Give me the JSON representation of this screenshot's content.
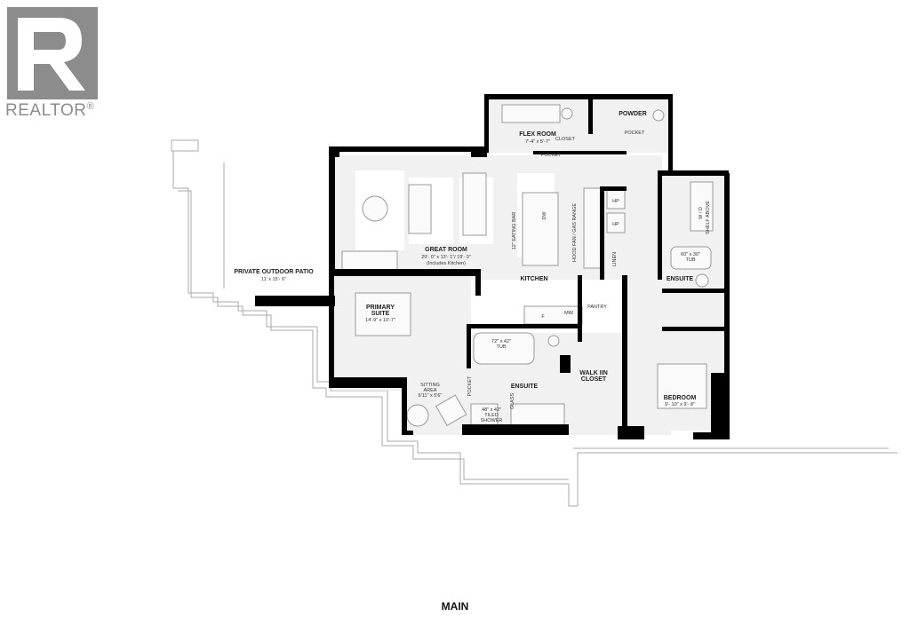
{
  "logo": {
    "brand": "REALTOR",
    "mark": "®",
    "color": "#8c8c8c"
  },
  "plan_title": "MAIN",
  "rooms": {
    "flex_room": {
      "name": "FLEX ROOM",
      "size": "7'-4\" x 5'-7\""
    },
    "powder": {
      "name": "POWDER"
    },
    "closet": "CLOSET",
    "pocket_1": "POCKET",
    "pocket_2": "POCKET",
    "pocket_3": "POCKET",
    "great_room": {
      "name": "GREAT ROOM",
      "size": "29'- 0\" x 13'- 1\"/ 19'- 0\"",
      "note": "(Includes Kitchen)"
    },
    "kitchen": "KITCHEN",
    "eating_bar": "12\" EATING BAR",
    "dw": "DW",
    "hood": "HOOD FAN / GAS RANGE",
    "hp1": "HP",
    "hp2": "HP",
    "linen": "LINEN",
    "pantry": "PANTRY",
    "fridge": "F",
    "mw": "MW",
    "patio": {
      "name": "PRIVATE OUTDOOR PATIO",
      "size": "11' x 15'- 6\""
    },
    "primary_suite": {
      "name": "PRIMARY",
      "name2": "SUITE",
      "size": "14'-9\" x 10'-7\""
    },
    "tub_primary": {
      "size": "72\" x 42\"",
      "name": "TUB"
    },
    "ensuite_primary": "ENSUITE",
    "glass": "GLASS",
    "shower": {
      "size": "48\" x 42\"",
      "name": "TILED",
      "name2": "SHOWER"
    },
    "sitting": {
      "name": "SITTING",
      "name2": "AREA",
      "size": "6'11\" x 5'6\""
    },
    "walk_in": {
      "name": "WALK IIN",
      "name2": "CLOSET"
    },
    "ensuite_2": "ENSUITE",
    "tub_2": {
      "size": "60\" x 30\"",
      "name": "TUB"
    },
    "wd": "W / D",
    "shelf": "SHELF ABOVE",
    "bedroom": {
      "name": "BEDROOM",
      "size": "9'- 10\" x 9'- 8\""
    }
  }
}
